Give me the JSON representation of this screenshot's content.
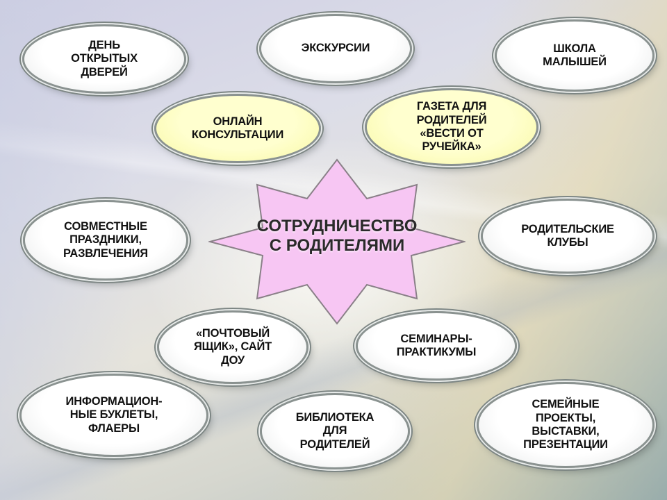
{
  "center": {
    "text": "СОТРУДНИЧЕСТВО\nС РОДИТЕЛЯМИ",
    "fill": "#f7c6f3"
  },
  "nodes": {
    "open_doors": "ДЕНЬ\nОТКРЫТЫХ\nДВЕРЕЙ",
    "excursions": "ЭКСКУРСИИ",
    "kids_school": "ШКОЛА\nМАЛЫШЕЙ",
    "online": "ОНЛАЙН\nКОНСУЛЬТАЦИИ",
    "newspaper": "ГАЗЕТА ДЛЯ\nРОДИТЕЛЕЙ\n«ВЕСТИ ОТ\nРУЧЕЙКА»",
    "holidays": "СОВМЕСТНЫЕ\nПРАЗДНИКИ,\nРАЗВЛЕЧЕНИЯ",
    "clubs": "РОДИТЕЛЬСКИЕ\nКЛУБЫ",
    "mailbox": "«ПОЧТОВЫЙ\nЯЩИК», САЙТ\nДОУ",
    "seminars": "СЕМИНАРЫ-\nПРАКТИКУМЫ",
    "booklets": "ИНФОРМАЦИОН-\nНЫЕ БУКЛЕТЫ,\nФЛАЕРЫ",
    "library": "БИБЛИОТЕКА\nДЛЯ\nРОДИТЕЛЕЙ",
    "projects": "СЕМЕЙНЫЕ\nПРОЕКТЫ,\nВЫСТАВКИ,\nПРЕЗЕНТАЦИИ"
  },
  "colors": {
    "white_node": "#ffffff",
    "yellow_node": "#fbfbb5",
    "border": "#8a9290"
  }
}
